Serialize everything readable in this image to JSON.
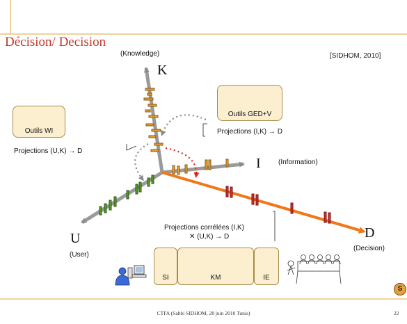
{
  "title": "Décision/ Decision",
  "reference": "[SIDHOM, 2010]",
  "axes": {
    "k": {
      "letter": "K",
      "label": "(Knowledge)"
    },
    "i": {
      "letter": "I",
      "label": "(Information)"
    },
    "u": {
      "letter": "U",
      "label": "(User)"
    },
    "d": {
      "letter": "D",
      "label": "(Decision)"
    }
  },
  "tools": {
    "wi": "Outils WI",
    "ged": "Outils GED+V"
  },
  "projections": {
    "uk": "Projections (U,K) → D",
    "ik": "Projections (I,K) → D",
    "correlated_line1": "Projections corrélées (I,K)",
    "correlated_line2": "✕ (U,K) → D"
  },
  "systems": {
    "si": "SI",
    "km": "KM",
    "ie": "IE"
  },
  "badge": "S",
  "footer": "CTFA (Sahbi SIDHOM, 28 juin 2010 Tunis)",
  "page_number": "22",
  "colors": {
    "title": "#c0392b",
    "decision_axis": "#f07818",
    "axis_gray": "#9a9a9a",
    "frame_line": "#e0a040",
    "box_fill": "#fcefd0"
  }
}
